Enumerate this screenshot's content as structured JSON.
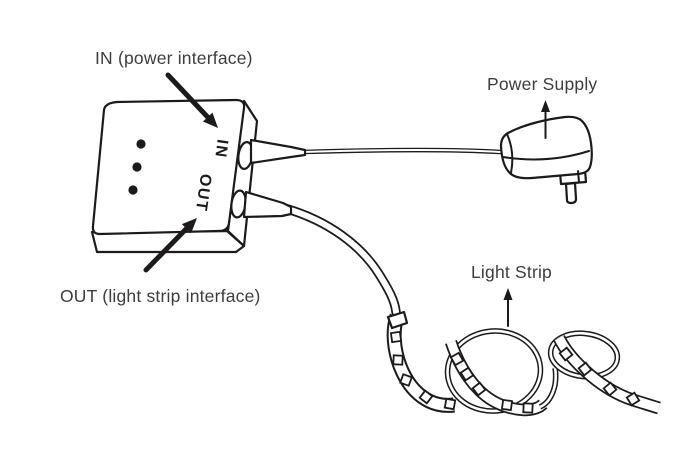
{
  "diagram": {
    "labels": {
      "in_callout": "IN (power interface)",
      "out_callout": "OUT (light strip interface)",
      "power_supply": "Power Supply",
      "light_strip": "Light Strip"
    },
    "box_ports": {
      "in": "IN",
      "out": "OUT"
    },
    "status_dot_count": 3,
    "colors": {
      "line": "#1d1a1b",
      "label_text": "#3d3d3d",
      "background": "#ffffff"
    }
  }
}
